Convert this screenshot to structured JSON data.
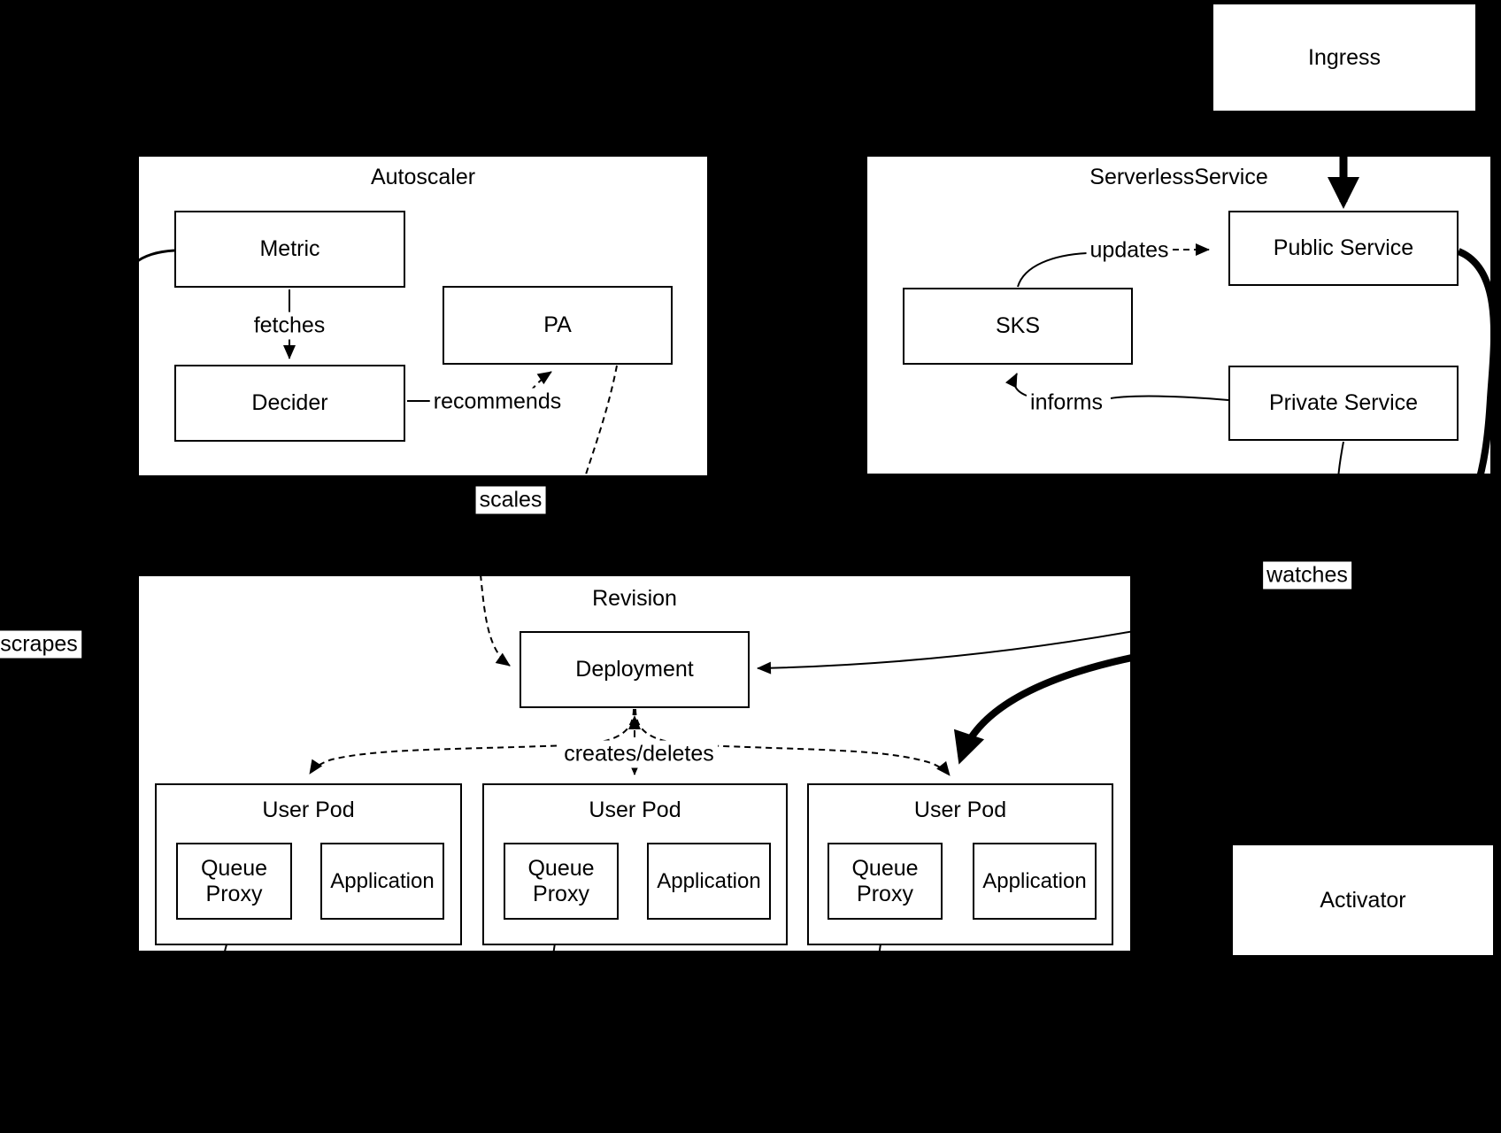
{
  "diagram": {
    "ingress": {
      "label": "Ingress"
    },
    "activator": {
      "label": "Activator"
    },
    "autoscaler": {
      "title": "Autoscaler",
      "metric_label": "Metric",
      "decider_label": "Decider",
      "pa_label": "PA"
    },
    "serverless_service": {
      "title": "ServerlessService",
      "sks_label": "SKS",
      "public_service_label": "Public Service",
      "private_service_label": "Private Service"
    },
    "revision": {
      "title": "Revision",
      "deployment_label": "Deployment",
      "user_pods": [
        {
          "title": "User Pod",
          "queue_proxy_label": "Queue Proxy",
          "application_label": "Application"
        },
        {
          "title": "User Pod",
          "queue_proxy_label": "Queue Proxy",
          "application_label": "Application"
        },
        {
          "title": "User Pod",
          "queue_proxy_label": "Queue Proxy",
          "application_label": "Application"
        }
      ]
    },
    "edge_labels": {
      "fetches": "fetches",
      "recommends": "recommends",
      "scales": "scales",
      "updates": "updates",
      "informs": "informs",
      "watches": "watches",
      "scrapes": "scrapes",
      "creates_deletes": "creates/deletes"
    }
  },
  "colors": {
    "background": "#000000",
    "node_fill": "#ffffff",
    "stroke": "#000000"
  }
}
